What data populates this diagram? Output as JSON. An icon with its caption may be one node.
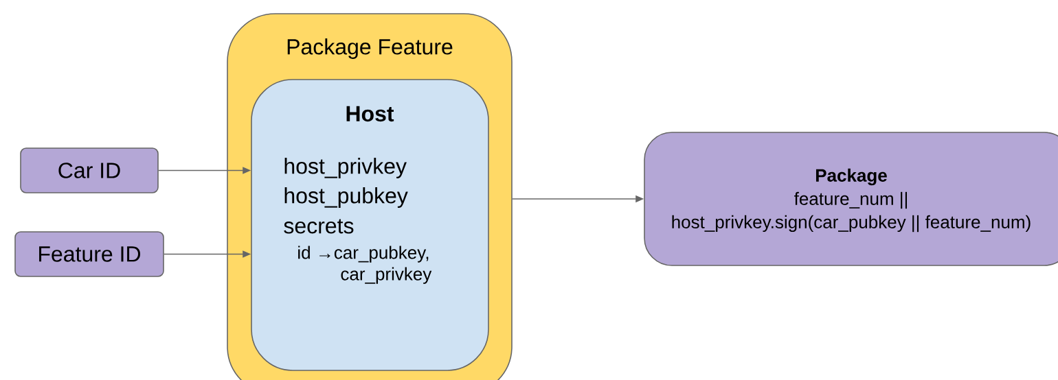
{
  "diagram": {
    "nodes": [
      {
        "text": [
          "Car ID"
        ]
      },
      {
        "text": [
          "Feature ID"
        ]
      },
      {
        "text": [
          "Package Feature"
        ]
      },
      {
        "text": [
          "Host",
          "host_privkey",
          "host_pubkey",
          "secrets",
          "id →car_pubkey, car_privkey"
        ],
        "in": 2
      },
      {
        "text": [
          "Package",
          "feature_num ||",
          "host_privkey.sign(car_pubkey || feature_num)"
        ]
      }
    ],
    "edges": [
      {
        "from": 0,
        "to": 3,
        "arrow": "to"
      },
      {
        "from": 1,
        "to": 3,
        "arrow": "to"
      },
      {
        "from": 2,
        "to": 4,
        "arrow": "to"
      }
    ]
  }
}
